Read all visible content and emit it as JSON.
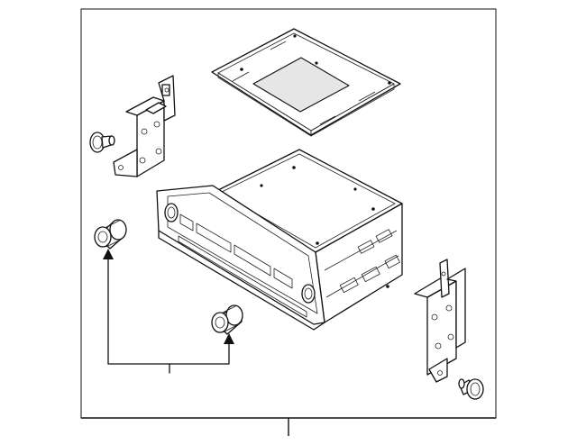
{
  "diagram": {
    "type": "exploded parts diagram",
    "colors": {
      "line": "#111111",
      "background": "#ffffff"
    },
    "parts": [
      "cover-plate",
      "bracket-left",
      "bolt-left",
      "radio-unit",
      "knob-upper",
      "knob-lower",
      "bracket-right",
      "bolt-right"
    ]
  }
}
